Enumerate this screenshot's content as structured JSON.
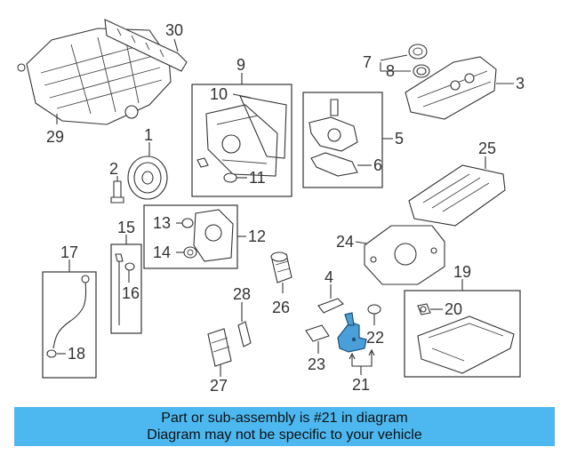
{
  "callouts": {
    "c1": "1",
    "c2": "2",
    "c3": "3",
    "c4": "4",
    "c5": "5",
    "c6": "6",
    "c7": "7",
    "c8": "8",
    "c9": "9",
    "c10": "10",
    "c11": "11",
    "c12": "12",
    "c13": "13",
    "c14": "14",
    "c15": "15",
    "c16": "16",
    "c17": "17",
    "c18": "18",
    "c19": "19",
    "c20": "20",
    "c21": "21",
    "c22": "22",
    "c23": "23",
    "c24": "24",
    "c25": "25",
    "c26": "26",
    "c27": "27",
    "c28": "28",
    "c29": "29",
    "c30": "30"
  },
  "highlight_part": "21",
  "colors": {
    "highlight_fill": "#4a9fd9",
    "banner": "#4db8f0",
    "line": "#333333"
  },
  "footer": {
    "line1": "Part or sub-assembly is #21 in diagram",
    "line2": "Diagram may not be specific to your vehicle"
  }
}
